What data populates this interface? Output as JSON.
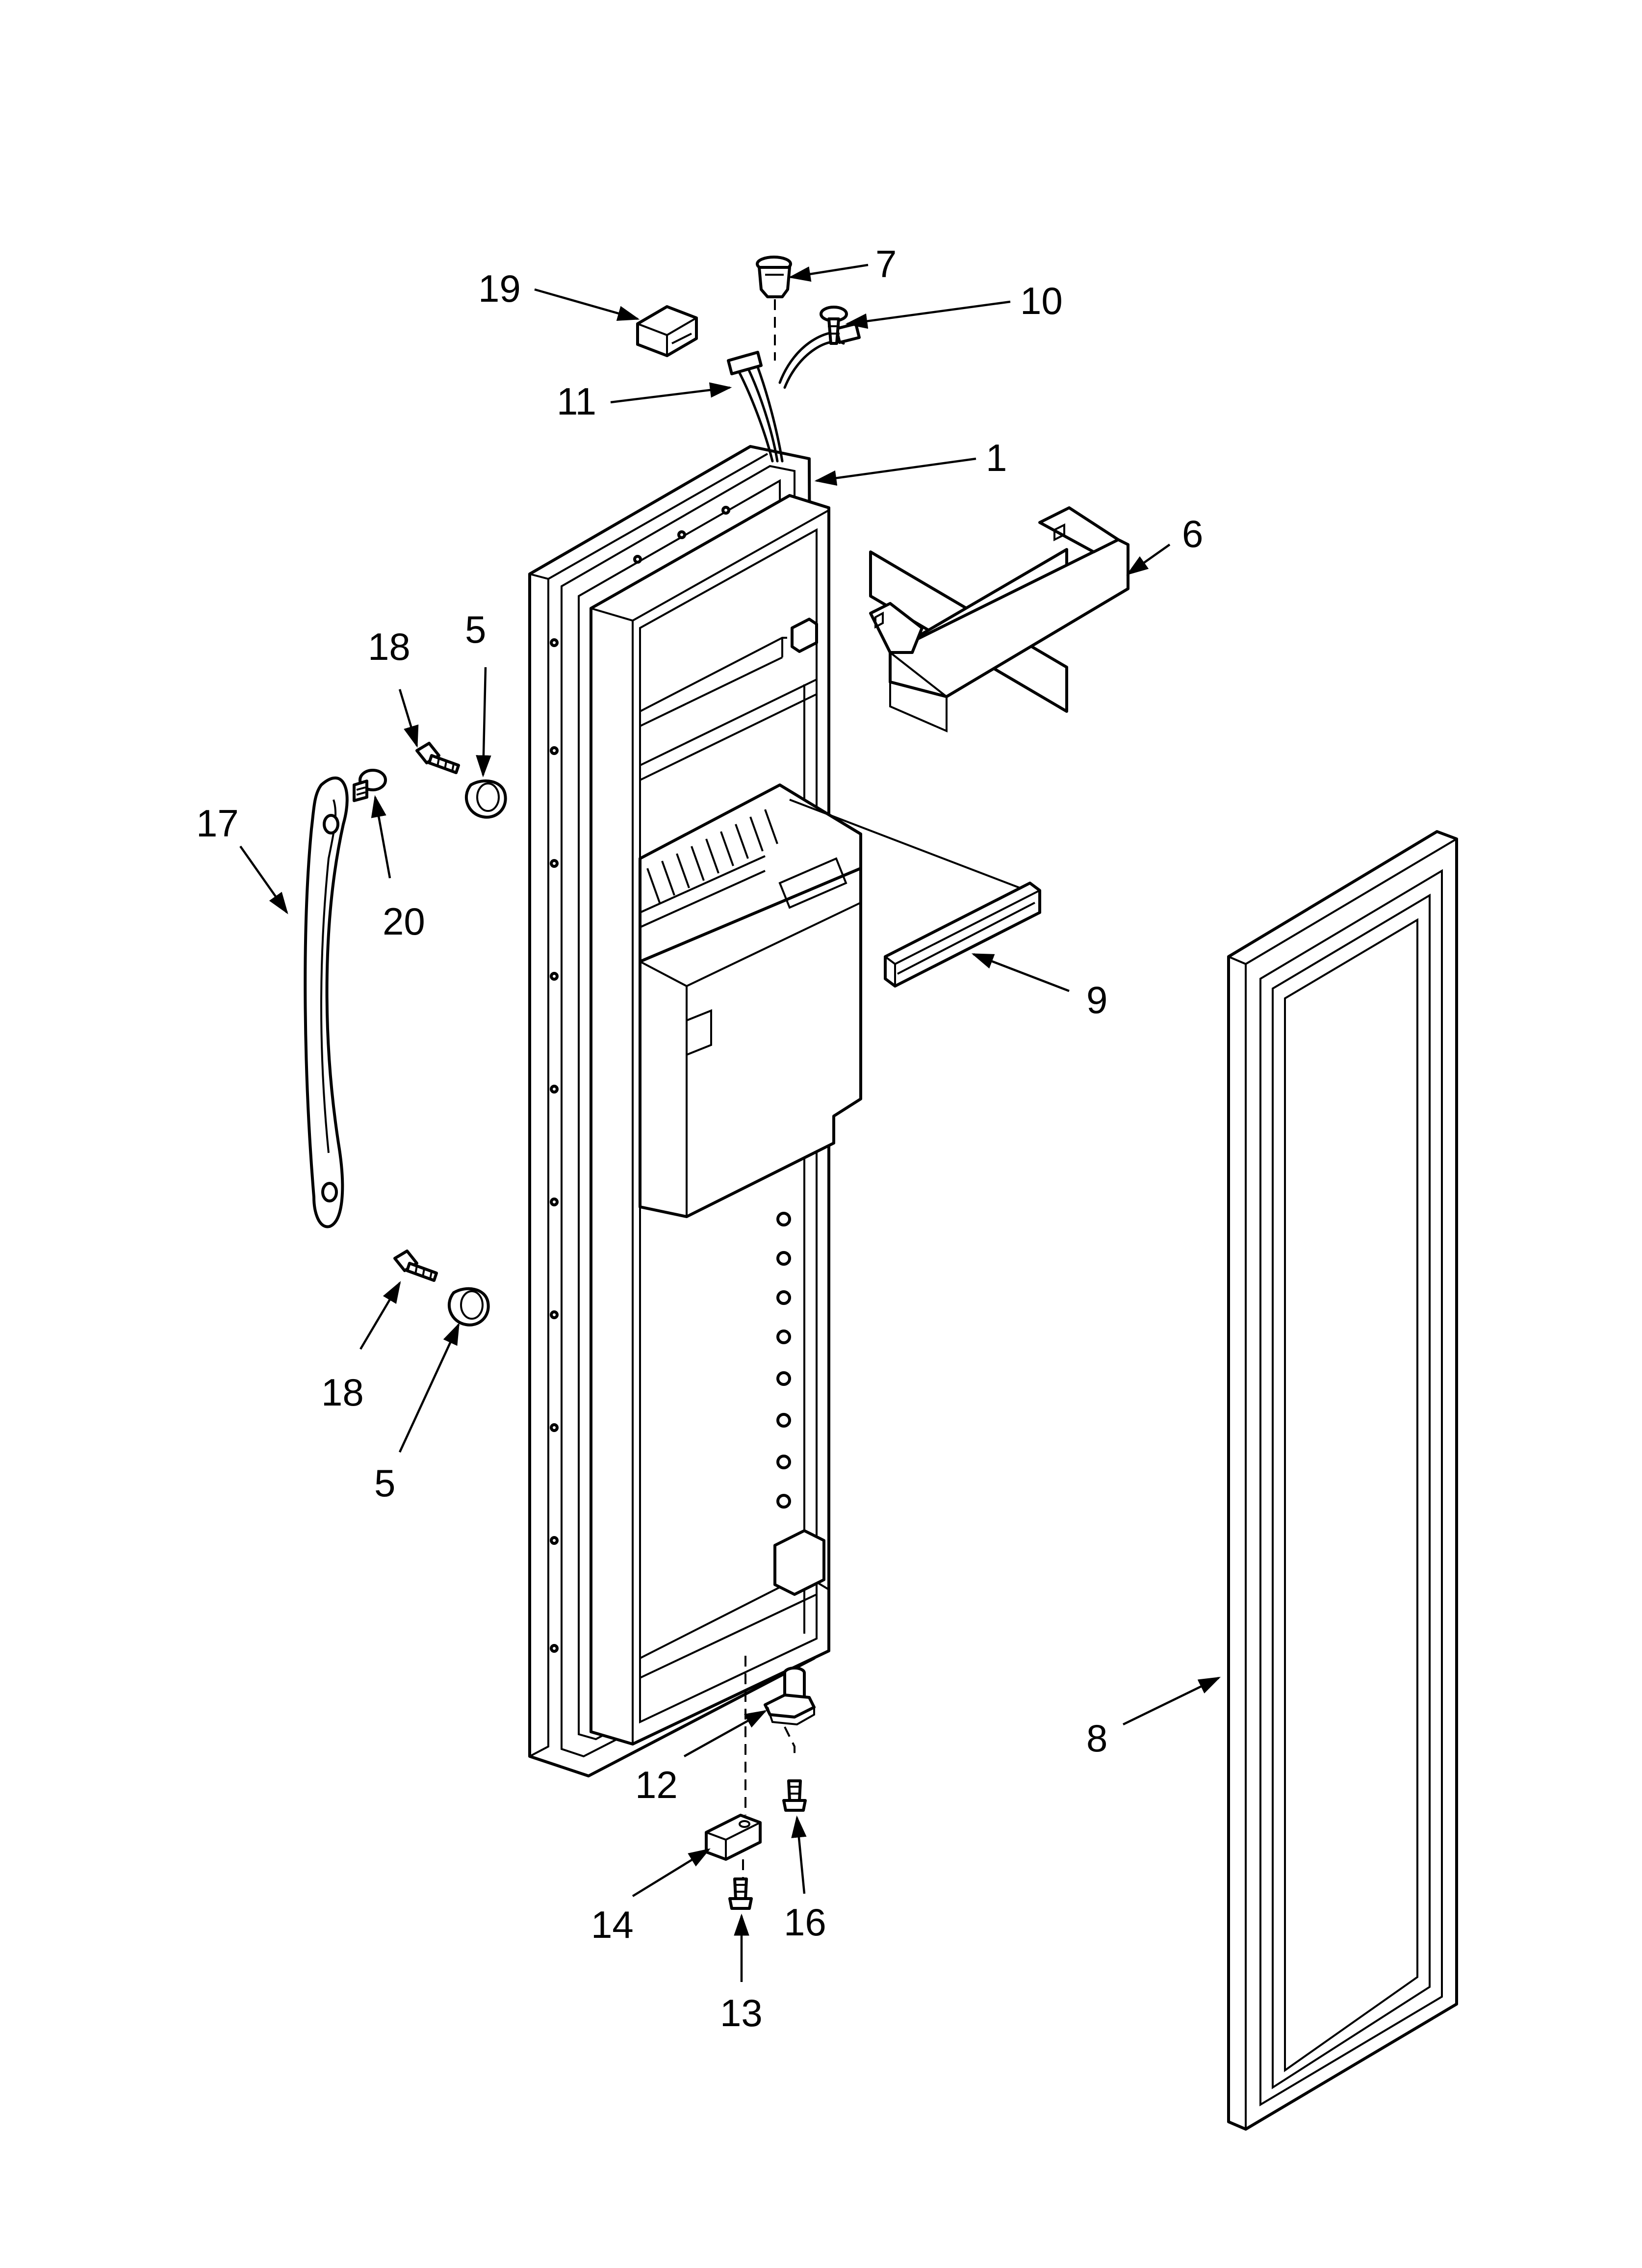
{
  "diagram": {
    "callouts": [
      {
        "id": "c1",
        "label": "1"
      },
      {
        "id": "c5a",
        "label": "5"
      },
      {
        "id": "c5b",
        "label": "5"
      },
      {
        "id": "c6",
        "label": "6"
      },
      {
        "id": "c7",
        "label": "7"
      },
      {
        "id": "c8",
        "label": "8"
      },
      {
        "id": "c9",
        "label": "9"
      },
      {
        "id": "c10",
        "label": "10"
      },
      {
        "id": "c11",
        "label": "11"
      },
      {
        "id": "c12",
        "label": "12"
      },
      {
        "id": "c13",
        "label": "13"
      },
      {
        "id": "c14",
        "label": "14"
      },
      {
        "id": "c16",
        "label": "16"
      },
      {
        "id": "c17",
        "label": "17"
      },
      {
        "id": "c18a",
        "label": "18"
      },
      {
        "id": "c18b",
        "label": "18"
      },
      {
        "id": "c19",
        "label": "19"
      },
      {
        "id": "c20",
        "label": "20"
      }
    ]
  }
}
